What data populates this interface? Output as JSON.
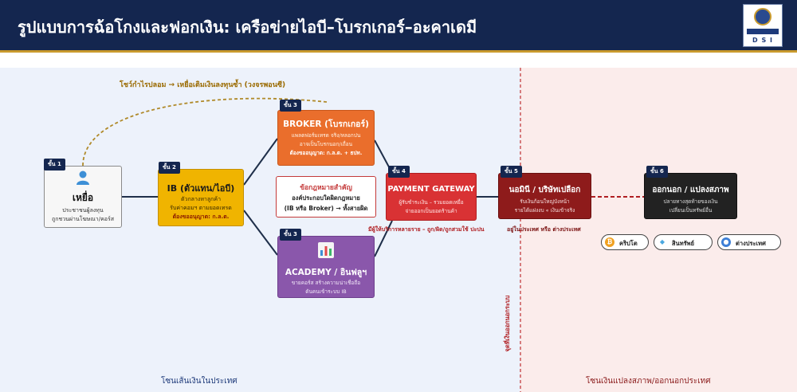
{
  "header": {
    "title": "รูปแบบการฉ้อโกงและฟอกเงิน: เครือข่ายไอบี–โบรกเกอร์–อะคาเดมี",
    "logo_text": "D S I"
  },
  "colors": {
    "header_bg": "#14264f",
    "domestic_zone": "#edf2fb",
    "foreign_zone": "#fbeceb",
    "ib": "#f0b400",
    "broker": "#ea6e2c",
    "academy": "#8a57ab",
    "gateway": "#d93234",
    "nominee": "#8e1b1b",
    "offshore": "#222222"
  },
  "loop_label": "โชว์กำไรปลอม → เหยื่อเติมเงินลงทุนซ้ำ (วงจรพอนซี)",
  "nodes": {
    "victim": {
      "step": "ขั้น 1",
      "icon": "person-icon",
      "title": "เหยื่อ",
      "line1": "ประชาชนผู้ลงทุน",
      "line2": "ถูกชวนผ่านโฆษณา/คอร์ส"
    },
    "ib": {
      "step": "ขั้น 2",
      "title": "IB (ตัวแทน/ไอบี)",
      "line1": "ตัวกลางหาลูกค้า",
      "line2": "รับค่าคอมฯ ตามยอดเทรด",
      "line3": "ต้องขออนุญาต: ก.ล.ต."
    },
    "broker": {
      "step": "ขั้น 3",
      "title": "BROKER (โบรกเกอร์)",
      "line1": "แพลตฟอร์มเทรด จริง/หลอกปน",
      "line2": "อาจเป็นโบรกนอก/เถื่อน",
      "line3": "ต้องขออนุญาต: ก.ล.ต. + ธปท."
    },
    "legal": {
      "title": "ข้อกฎหมายสำคัญ",
      "line1": "องค์ประกอบใดผิดกฎหมาย",
      "line2": "(IB หรือ Broker) → ทั้งสายผิด"
    },
    "academy": {
      "step": "ขั้น 3",
      "icon": "chart-icon",
      "title": "ACADEMY / อินฟลูฯ",
      "line1": "ขายคอร์ส สร้างความน่าเชื่อถือ",
      "line2": "ดันคนเข้าระบบ IB"
    },
    "gateway": {
      "step": "ขั้น 4",
      "title": "PAYMENT GATEWAY",
      "line1": "ผู้รับชำระเงิน – รวมยอดเหยื่อ",
      "line2": "จ่ายออกเป็นยอดร้านค้า",
      "note": "มีผู้ให้บริการหลายราย – ถูก/ผิด/ถูกสวมใช้ ปะปน"
    },
    "nominee": {
      "step": "ขั้น 5",
      "title": "นอมินี / บริษัทเปลือก",
      "line1": "รับเงินก้อนใหญ่บังหน้า",
      "line2": "รายได้แฝงงบ « เงินเข้าจริง",
      "note": "อยู่ในประเทศ หรือ ต่างประเทศ"
    },
    "offshore": {
      "step": "ขั้น 6",
      "title": "ออกนอก / แปลงสภาพ",
      "line1": "ปลายทางสุดท้ายของเงิน",
      "line2": "เปลี่ยนเป็นทรัพย์อื่น"
    }
  },
  "assets": [
    {
      "icon": "bitcoin-icon",
      "label": "คริปโต",
      "color": "#f0a020"
    },
    {
      "icon": "diamond-icon",
      "label": "สินทรัพย์",
      "color": "#4aa8e0"
    },
    {
      "icon": "globe-icon",
      "label": "ต่างประเทศ",
      "color": "#3d7fd6"
    }
  ],
  "zones": {
    "domestic": "โซนเส้นเงินในประเทศ",
    "foreign": "โซนเงินแปลงสภาพ/ออกนอกประเทศ",
    "exit_point": "จุดที่เงินออกนอกระบบ"
  }
}
